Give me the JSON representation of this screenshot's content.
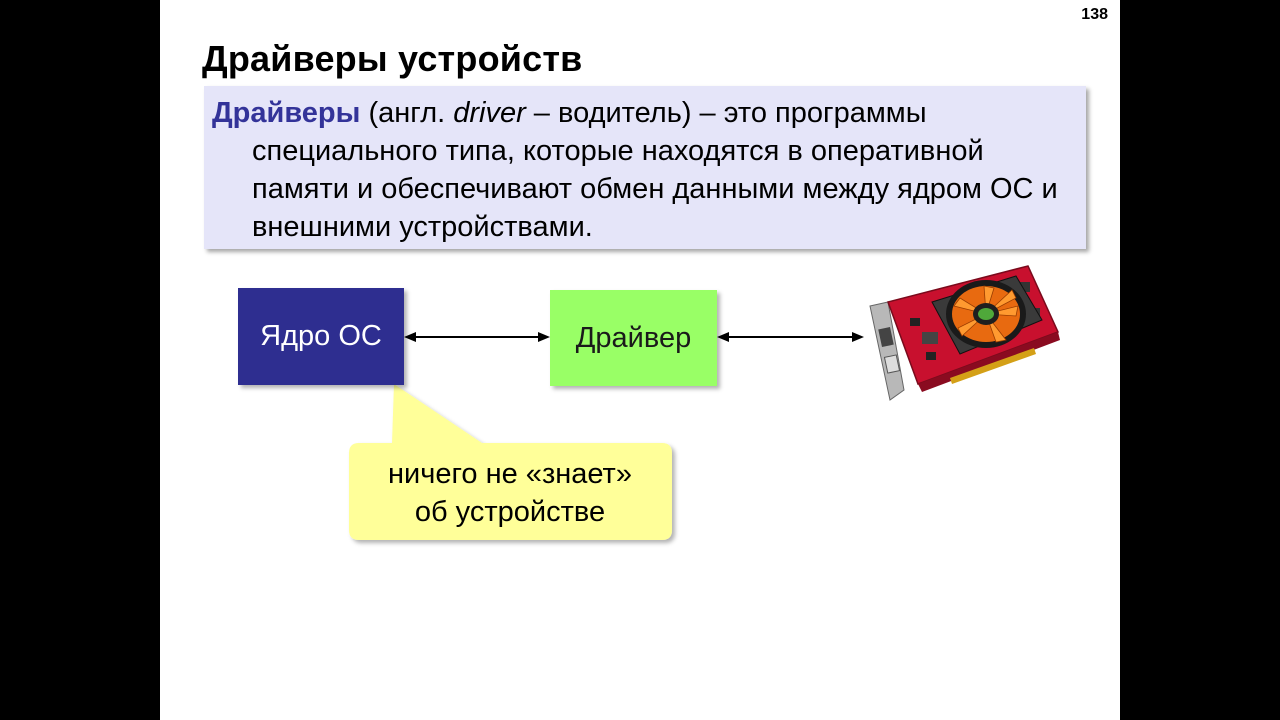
{
  "slide": {
    "page_number": "138",
    "title": "Драйверы устройств"
  },
  "definition": {
    "term": "Драйверы",
    "paren_open": " (англ. ",
    "english_word": "driver",
    "paren_rest": " – водитель) – это программы специального типа, которые находятся в оперативной памяти и обеспечивают обмен данными между ядром ОС и внешними устройствами."
  },
  "diagram": {
    "kernel_label": "Ядро ОС",
    "driver_label": "Драйвер",
    "device_image": "video-card-image",
    "callout_line1": "ничего не «знает»",
    "callout_line2": "об устройстве",
    "colors": {
      "kernel_fill": "#2e2e90",
      "driver_fill": "#99ff66",
      "callout_fill": "#ffff99",
      "definition_fill": "#e5e5f9",
      "term_color": "#333399"
    }
  }
}
